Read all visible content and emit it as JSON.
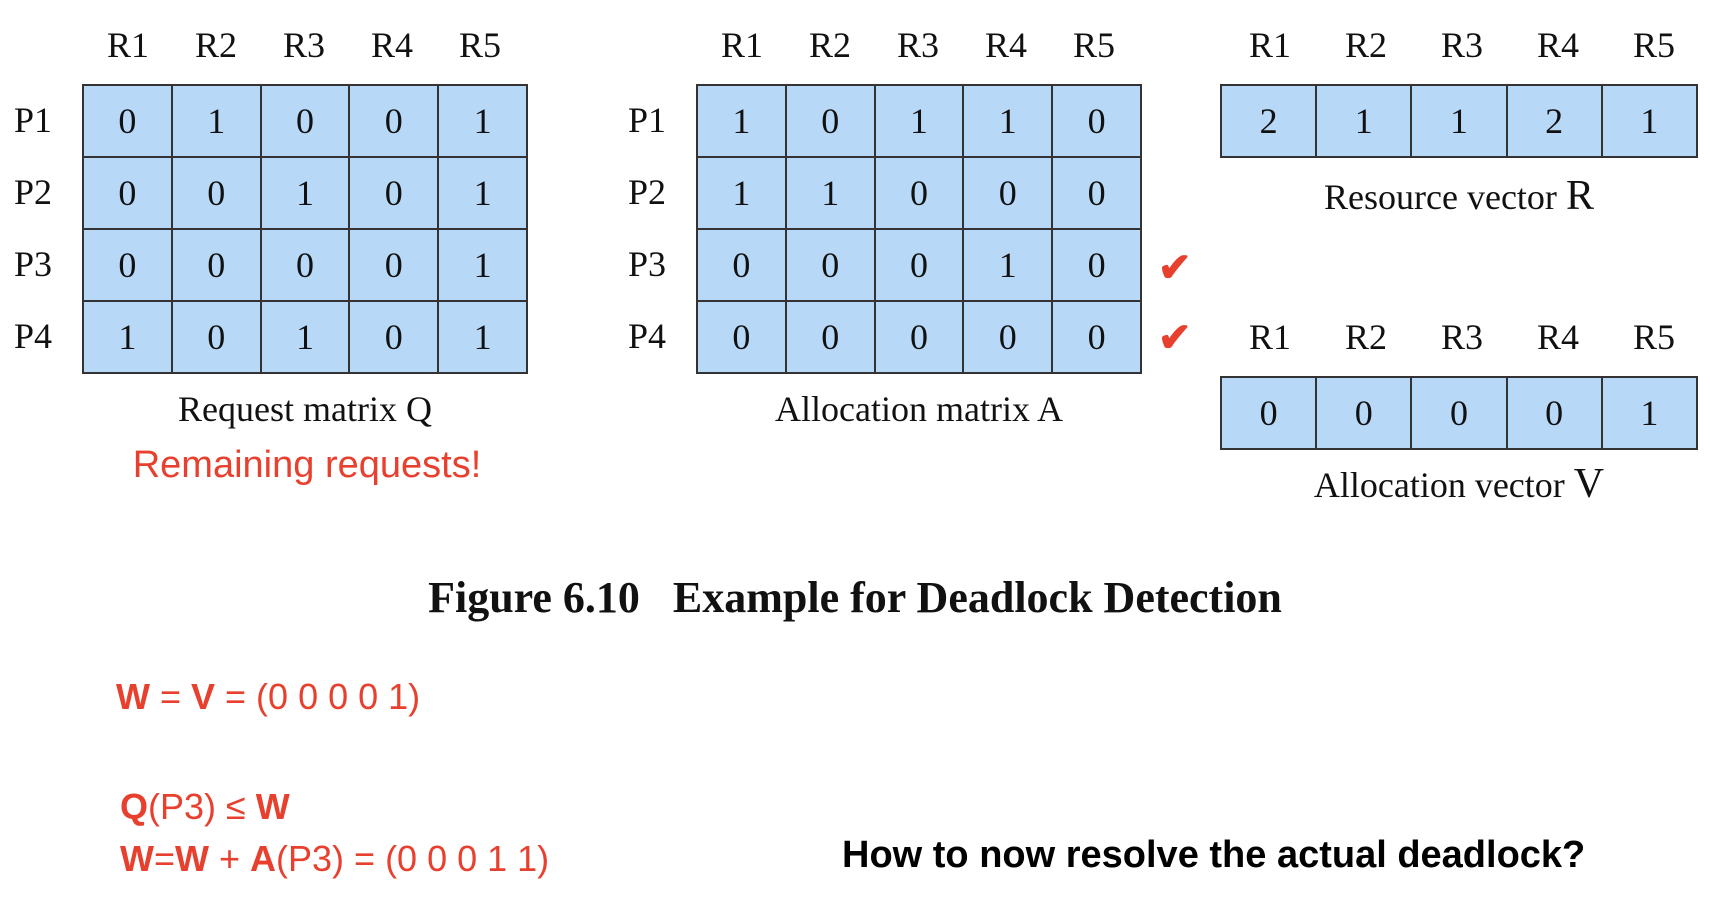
{
  "columns": [
    "R1",
    "R2",
    "R3",
    "R4",
    "R5"
  ],
  "rows": [
    "P1",
    "P2",
    "P3",
    "P4"
  ],
  "request_matrix": {
    "caption": "Request matrix Q",
    "values": [
      [
        "0",
        "1",
        "0",
        "0",
        "1"
      ],
      [
        "0",
        "0",
        "1",
        "0",
        "1"
      ],
      [
        "0",
        "0",
        "0",
        "0",
        "1"
      ],
      [
        "1",
        "0",
        "1",
        "0",
        "1"
      ]
    ]
  },
  "remaining_note": "Remaining requests!",
  "allocation_matrix": {
    "caption": "Allocation matrix A",
    "values": [
      [
        "1",
        "0",
        "1",
        "1",
        "0"
      ],
      [
        "1",
        "1",
        "0",
        "0",
        "0"
      ],
      [
        "0",
        "0",
        "0",
        "1",
        "0"
      ],
      [
        "0",
        "0",
        "0",
        "0",
        "0"
      ]
    ]
  },
  "check_marks": [
    "✔",
    "✔"
  ],
  "resource_vector": {
    "caption_text": "Resource vector",
    "caption_symbol": "R",
    "values": [
      "2",
      "1",
      "1",
      "2",
      "1"
    ]
  },
  "allocation_vector": {
    "caption_text": "Allocation vector",
    "caption_symbol": "V",
    "values": [
      "0",
      "0",
      "0",
      "0",
      "1"
    ]
  },
  "figure_caption": "Figure 6.10   Example for Deadlock Detection",
  "formulas": {
    "line1": {
      "w": "W",
      "eq1": " = ",
      "v": "V",
      "rest": " = (0 0 0 0 1)"
    },
    "line2": {
      "q": "Q",
      "p3": "(P3) ≤ ",
      "w": "W"
    },
    "line3": {
      "w1": "W",
      "eq": "=",
      "w2": "W",
      "plus": " + ",
      "a": "A",
      "rest": "(P3) = (0 0 0 1 1)"
    }
  },
  "question": "How to now resolve the actual deadlock?",
  "colors": {
    "cell_fill": "#b8d8f8",
    "accent_red": "#e8402e",
    "grid_line": "#333333"
  }
}
